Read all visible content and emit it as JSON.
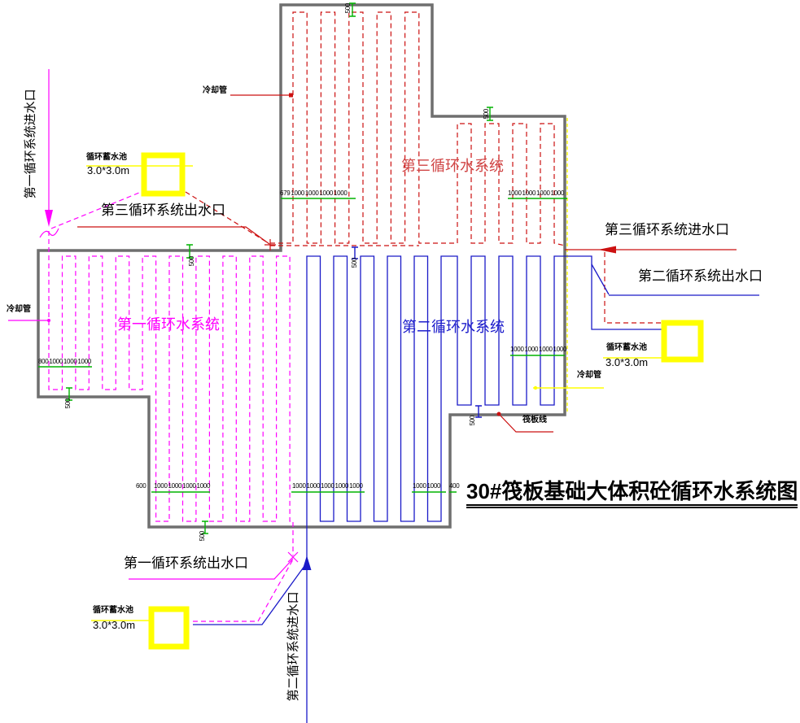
{
  "title": "30#筏板基础大体积砼循环水系统图",
  "systems": {
    "system1": {
      "label": "第一循环水系统"
    },
    "system2": {
      "label": "第二循环水系统"
    },
    "system3": {
      "label": "第三循环水系统"
    }
  },
  "ports": {
    "inlet1": "第一循环系统进水口",
    "inlet2": "第二循环系统进水口",
    "inlet3": "第三循环系统进水口",
    "outlet1": "第一循环系统出水口",
    "outlet2": "第二循环系统出水口",
    "outlet3": "第三循环系统出水口"
  },
  "pools": {
    "label": "循环蓄水池",
    "size": "3.0*3.0m"
  },
  "annotations": {
    "cooling_pipe": "冷却管",
    "raft_line": "筏板线"
  },
  "dimensions": {
    "red_left": "679 1000 1000 1000 1000",
    "red_right": "1000 1000 1000 1000",
    "magenta_left": "800 1000 1000 1000",
    "blue_right": "1000 1000 1000 1000",
    "bottom_600": "600",
    "bottom_magenta": "1000 1000 1000 1000",
    "bottom_blue_left": "1000 1000 1000 1000 1000",
    "bottom_blue_right": "1000 1000",
    "bottom_400": "400",
    "offset_500": "500"
  },
  "colors": {
    "background": "#ffffff",
    "outline_gray": "#6f6f6f",
    "system1_magenta": "#ff00ff",
    "system2_blue": "#1a1ac8",
    "system3_red": "#cc1111",
    "pool_yellow": "#ffff00",
    "dimension_green": "#00b400",
    "label_red": "#d04545",
    "label_blue": "#2020cc",
    "label_magenta": "#ff00ff"
  }
}
